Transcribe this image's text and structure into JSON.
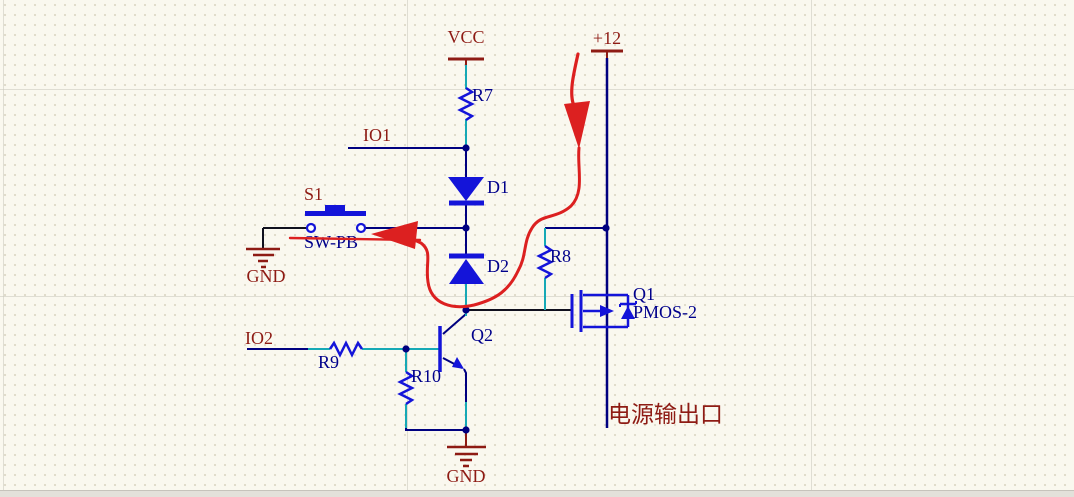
{
  "canvas": {
    "background": "#FAF8EF",
    "grid_dot_color": "#D8D3C2",
    "major_line_color": "#C9C6BB"
  },
  "colors": {
    "power_label_maroon": "#8E1B14",
    "component_label_navy": "#00008B",
    "component_body_blue": "#1414D9",
    "wire_cyan": "#16A9B6",
    "wire_navy": "#000080",
    "wire_black": "#10101E",
    "annotation_red": "#DC2020"
  },
  "power": {
    "vcc": "VCC",
    "plus12": "+12",
    "gnd_left": "GND",
    "gnd_bottom": "GND"
  },
  "nets": {
    "io1": "IO1",
    "io2": "IO2"
  },
  "components": {
    "r7": {
      "designator": "R7"
    },
    "r8": {
      "designator": "R8"
    },
    "r9": {
      "designator": "R9"
    },
    "r10": {
      "designator": "R10"
    },
    "d1": {
      "designator": "D1"
    },
    "d2": {
      "designator": "D2"
    },
    "s1": {
      "designator": "S1",
      "comment": "SW-PB"
    },
    "q1": {
      "designator": "Q1",
      "comment": "PMOS-2"
    },
    "q2": {
      "designator": "Q2"
    }
  },
  "annotations": {
    "output_port": "电源输出口",
    "red_arrows": [
      {
        "id": "current-down-arrow",
        "description": "red arrow pointing down along +12 rail"
      },
      {
        "id": "switch-left-arrow",
        "description": "red curved arrow from +12 rail around D2 pointing left at push-button contact"
      }
    ]
  }
}
